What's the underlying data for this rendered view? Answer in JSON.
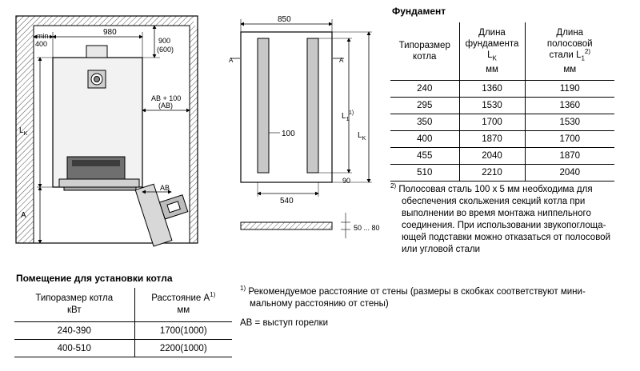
{
  "boiler_drawing": {
    "dim_min400": [
      "min",
      "400"
    ],
    "dim_980": "980",
    "dim_900": [
      "900",
      "(600)"
    ],
    "dim_ab100": [
      "AB + 100",
      "(AB)"
    ],
    "dim_lk": "L",
    "dim_lk_sub": "K",
    "dim_a": "A",
    "dim_ab": "AB"
  },
  "foundation_drawing": {
    "dim_850": "850",
    "dim_100": "100",
    "dim_540": "540",
    "dim_90": "90",
    "dim_l1": "L",
    "dim_l1_sub": "1",
    "dim_l1_sup": "1)",
    "dim_lk": "L",
    "dim_lk_sub": "K",
    "dim_50_80": "50 ... 80",
    "section_mark": "A"
  },
  "foundation_table": {
    "title": "Фундамент",
    "col1": [
      "Типоразмер",
      "котла"
    ],
    "col2": [
      "Длина",
      "фундамента"
    ],
    "col2_var": "L",
    "col2_sub": "K",
    "col2_unit": "мм",
    "col3": [
      "Длина",
      "полосовой",
      "стали"
    ],
    "col3_var": "L",
    "col3_sub": "1",
    "col3_sup": "2)",
    "col3_unit": "мм",
    "rows": [
      [
        "240",
        "1360",
        "1190"
      ],
      [
        "295",
        "1530",
        "1360"
      ],
      [
        "350",
        "1700",
        "1530"
      ],
      [
        "400",
        "1870",
        "1700"
      ],
      [
        "455",
        "2040",
        "1870"
      ],
      [
        "510",
        "2210",
        "2040"
      ]
    ]
  },
  "note2": {
    "mark": "2)",
    "lines": [
      "Полосовая сталь 100 x 5 мм необходима для",
      "обеспечения скольжения секций котла при",
      "выполнении во время монтажа ниппельного",
      "соединения. При использовании звукопоглоща-",
      "ющей подставки можно отказаться от полосовой",
      "или угловой стали"
    ]
  },
  "room_table": {
    "title": "Помещение для установки котла",
    "col1": [
      "Типоразмер котла",
      "кВт"
    ],
    "col2": "Расстояние A",
    "col2_sup": "1)",
    "col2_unit": "мм",
    "rows": [
      [
        "240-390",
        "1700(1000)"
      ],
      [
        "400-510",
        "2200(1000)"
      ]
    ]
  },
  "note1": {
    "mark": "1)",
    "lines": [
      "Рекомендуемое расстояние от стены (размеры в скобках соответствуют мини-",
      "мальному расстоянию от стены)"
    ]
  },
  "note_ab": "AB = выступ горелки"
}
